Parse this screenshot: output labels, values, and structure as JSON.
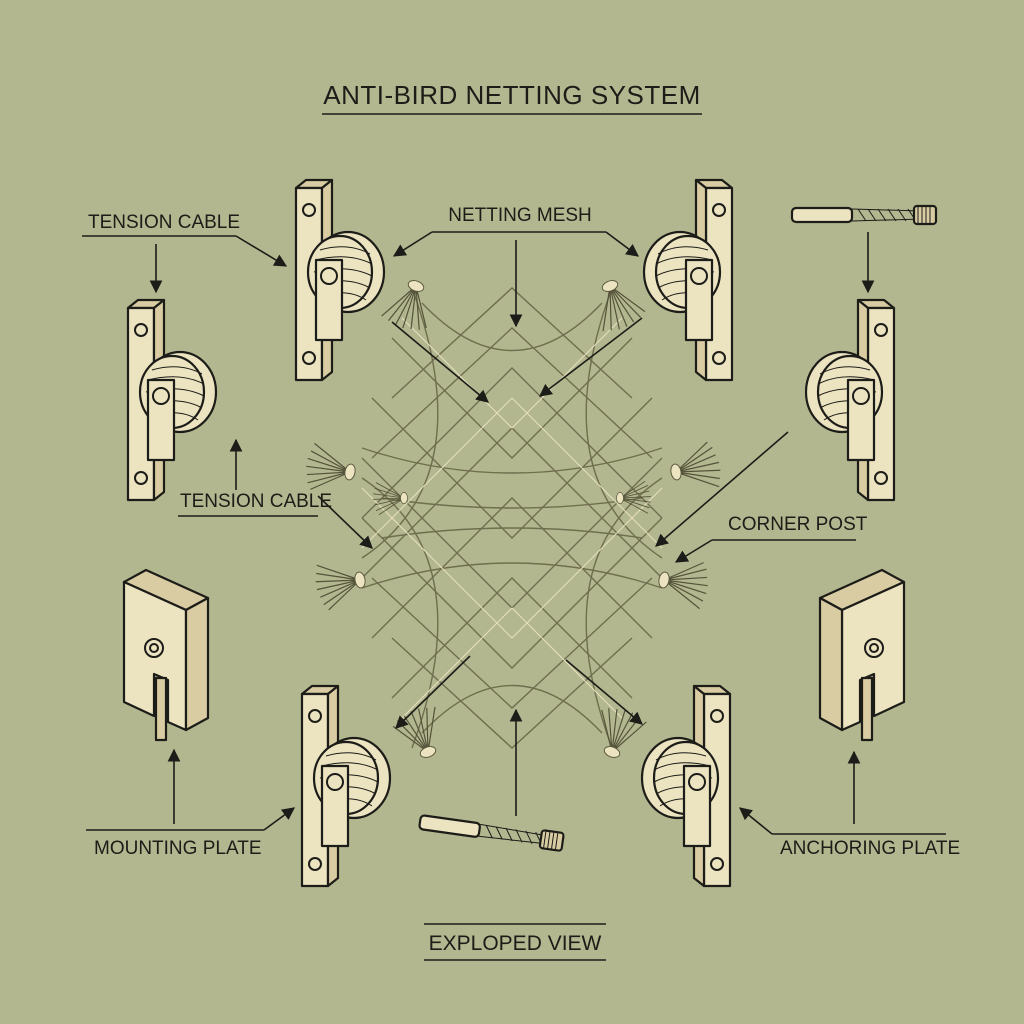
{
  "title": "ANTI-BIRD NETTING SYSTEM",
  "footer": "EXPLOPED VIEW",
  "labels": {
    "tension_cable_top": "TENSION CABLE",
    "tension_cable_mid": "TENSION CABLE",
    "netting_mesh": "NETTING MESH",
    "corner_post": "CORNER POST",
    "mounting_plate": "MOUNTING PLATE",
    "anchoring_plate": "ANCHORING PLATE"
  },
  "colors": {
    "background": "#b3b78f",
    "part_fill": "#ece3c1",
    "ink": "#1c1c18"
  }
}
